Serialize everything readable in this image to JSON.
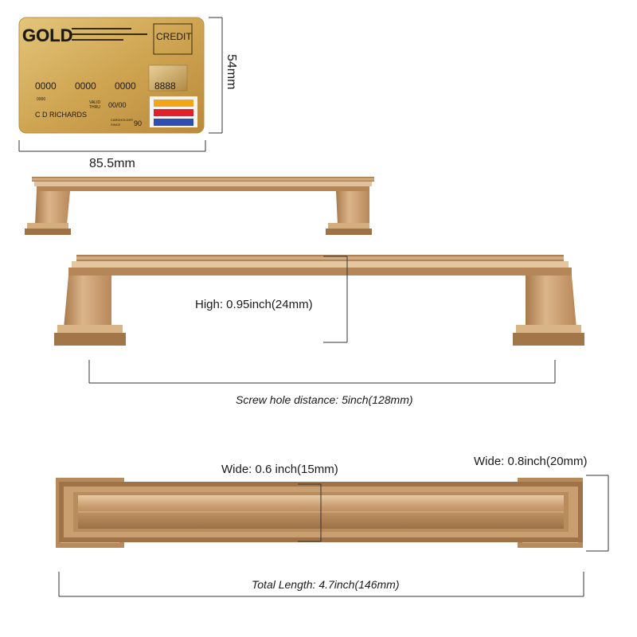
{
  "card": {
    "brand": "GOLD",
    "type_label": "CREDIT",
    "number_groups": [
      "0000",
      "0000",
      "0000",
      "8888"
    ],
    "small_number": "0000",
    "valid_label_1": "VALID",
    "valid_label_2": "THRU",
    "expiry": "00/00",
    "holder_name": "C D RICHARDS",
    "since_label_1": "CARDHOLDER",
    "since_label_2": "SINCE",
    "since_year": "90",
    "stripe_colors": [
      "#f2a516",
      "#e0202a",
      "#2e4fb0"
    ]
  },
  "dimensions": {
    "card_width": "85.5mm",
    "card_height": "54mm",
    "height": "High: 0.95inch(24mm)",
    "screw_hole": "Screw hole distance: 5inch(128mm)",
    "bar_width": "Wide: 0.6 inch(15mm)",
    "foot_width": "Wide: 0.8inch(20mm)",
    "total_length": "Total Length: 4.7inch(146mm)"
  },
  "colors": {
    "card_gold": "#d4ad58",
    "handle_gold": "#c69a6a",
    "line": "#333333"
  }
}
